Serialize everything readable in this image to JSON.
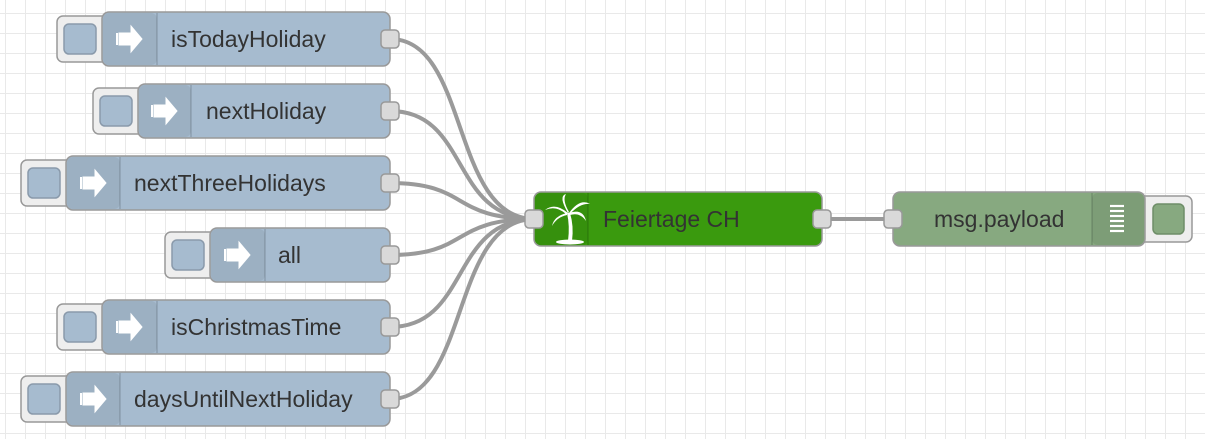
{
  "flow": {
    "inject_nodes": [
      {
        "label": "isTodayHoliday"
      },
      {
        "label": "nextHoliday"
      },
      {
        "label": "nextThreeHolidays"
      },
      {
        "label": "all"
      },
      {
        "label": "isChristmasTime"
      },
      {
        "label": "daysUntilNextHoliday"
      }
    ],
    "holiday_node": {
      "label": "Feiertage CH",
      "icon": "palm-tree-icon",
      "color": "#3a9a0e"
    },
    "debug_node": {
      "label": "msg.payload",
      "icon": "debug-lines-icon",
      "color": "#87a980"
    }
  },
  "colors": {
    "inject": "#a6bbcf",
    "holiday": "#3a9a0e",
    "debug": "#87a980",
    "wire": "#9a9a9a",
    "grid": "#e9e9e9"
  }
}
